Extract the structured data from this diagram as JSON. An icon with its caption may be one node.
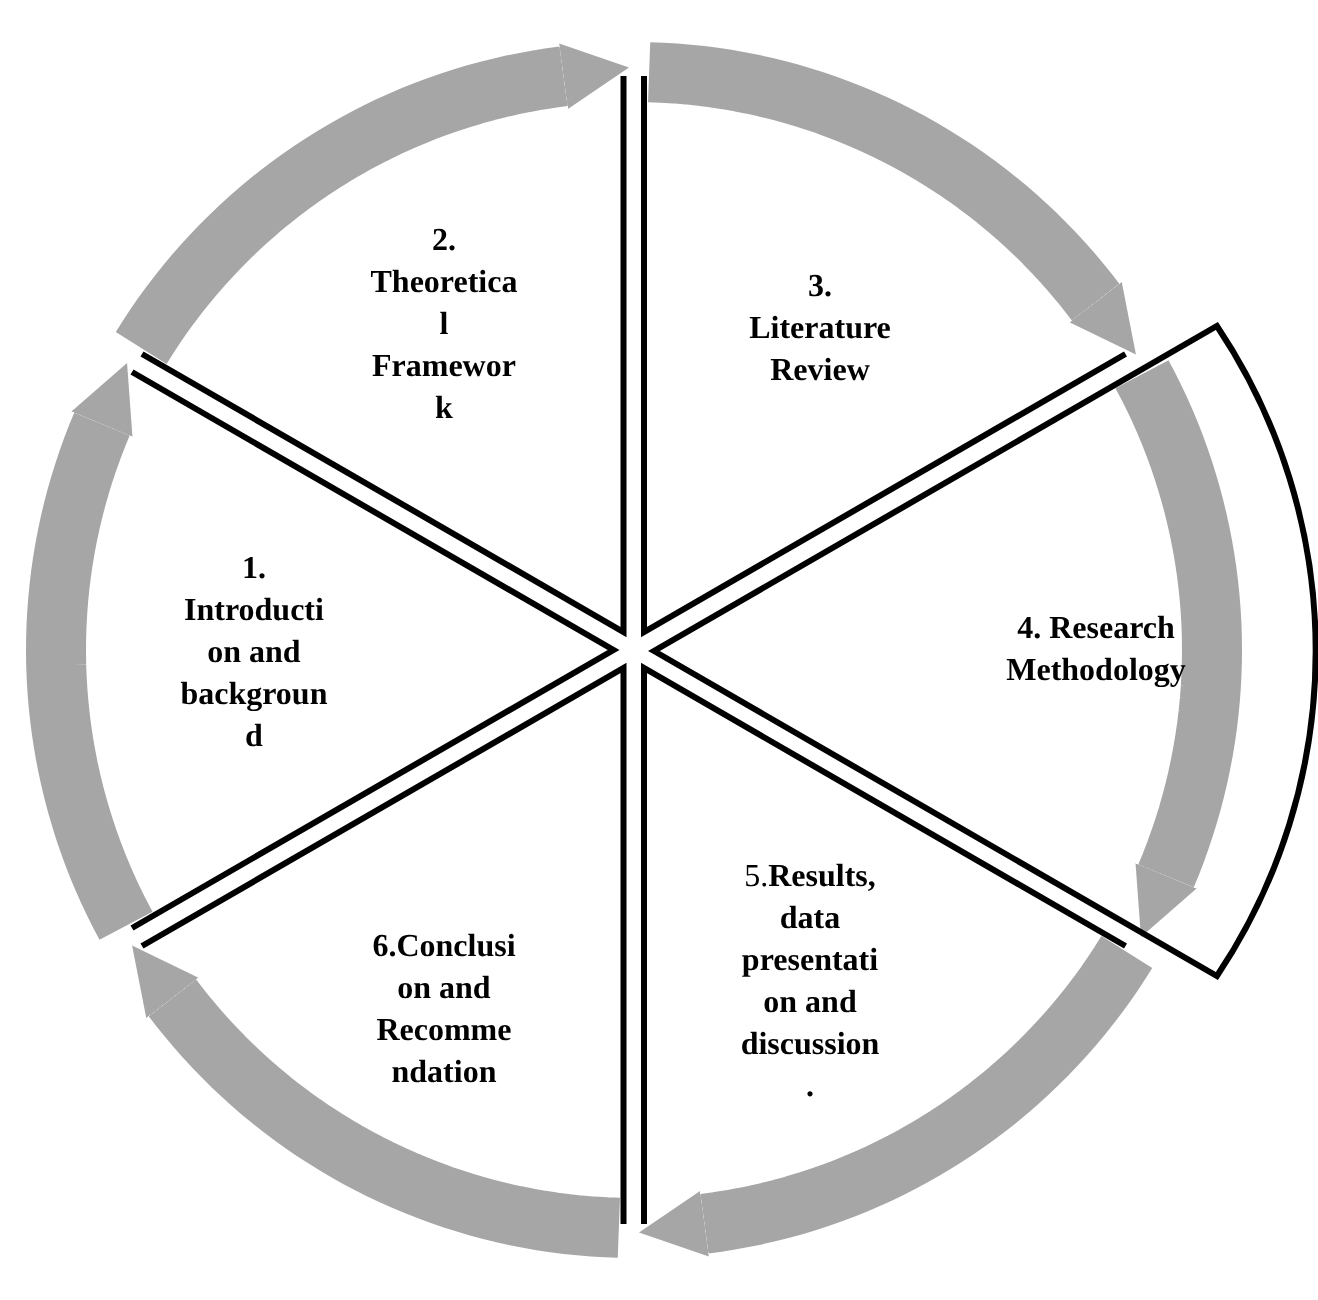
{
  "diagram": {
    "nodes": [
      {
        "text": [
          "1. Introduction and background"
        ]
      },
      {
        "text": [
          "2. Theoretical Framework"
        ]
      },
      {
        "text": [
          "3. Literature Review"
        ]
      },
      {
        "text": [
          "4. Research Methodology"
        ]
      },
      {
        "text": [
          "5.**Results, data presentation and discussion .**"
        ]
      },
      {
        "text": [
          "6.Conclusion and Recommendation"
        ]
      }
    ],
    "edges": [
      {
        "from": 0,
        "to": 1,
        "arrow": "to"
      },
      {
        "from": 1,
        "to": 2,
        "arrow": "to"
      },
      {
        "from": 2,
        "to": 3,
        "arrow": "to"
      },
      {
        "from": 3,
        "to": 4,
        "arrow": "to"
      },
      {
        "from": 4,
        "to": 5,
        "arrow": "to"
      },
      {
        "from": 5,
        "to": 0,
        "arrow": "to"
      }
    ]
  }
}
